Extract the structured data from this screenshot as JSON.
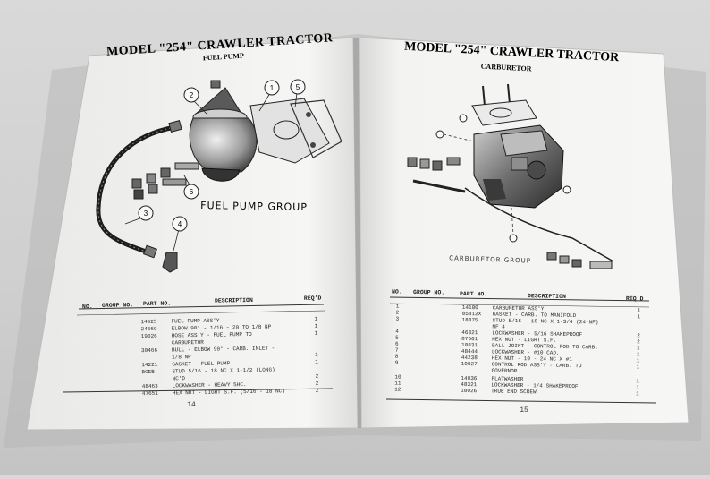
{
  "left_page": {
    "title": "MODEL \"254\" CRAWLER TRACTOR",
    "subtitle": "FUEL PUMP",
    "caption": "FUEL PUMP GROUP",
    "callouts": [
      "2",
      "1",
      "5",
      "6",
      "3",
      "4"
    ],
    "table_headers": [
      "NO.",
      "GROUP NO.",
      "PART NO.",
      "DESCRIPTION",
      "REQ'D"
    ],
    "rows": [
      {
        "part": "14025",
        "desc": "FUEL PUMP ASS'Y",
        "req": "1"
      },
      {
        "part": "24669",
        "desc": "ELBOW 90° - 1/16 - 20 TO 1/8 NP",
        "req": "1"
      },
      {
        "part": "19026",
        "desc": "HOSE ASS'Y - FUEL PUMP TO",
        "req": "1"
      },
      {
        "part": "",
        "desc": "CARBURETOR",
        "req": ""
      },
      {
        "part": "30466",
        "desc": "BULL - ELBOW 90° - CARB. INLET -",
        "req": ""
      },
      {
        "part": "",
        "desc": "1/8 NP",
        "req": "1"
      },
      {
        "part": "14221",
        "desc": "GASKET - FUEL PUMP",
        "req": "1"
      },
      {
        "part": "BGEB",
        "desc": "STUD 5/16 - 18 NC X 1-1/2 (LONG)",
        "req": ""
      },
      {
        "part": "",
        "desc": "NC'D",
        "req": "2"
      },
      {
        "part": "48463",
        "desc": "LOCKWASHER - HEAVY 5HC.",
        "req": "2"
      },
      {
        "part": "47651",
        "desc": "HEX NUT - LIGHT S.F. (5/16 - 18 NC)",
        "req": "2"
      }
    ],
    "page_number": "14"
  },
  "right_page": {
    "title": "MODEL \"254\" CRAWLER TRACTOR",
    "subtitle": "CARBURETOR",
    "caption": "CARBURETOR GROUP",
    "table_headers": [
      "NO.",
      "GROUP NO.",
      "PART NO.",
      "DESCRIPTION",
      "REQ'D"
    ],
    "rows": [
      {
        "part": "14100",
        "desc": "CARBURETOR ASS'Y",
        "req": "1"
      },
      {
        "part": "05812X",
        "desc": "GASKET - CARB. TO MANIFOLD",
        "req": "1"
      },
      {
        "part": "18075",
        "desc": "STUD 5/16 - 18 NC X 1-3/4 (24-NF)",
        "req": ""
      },
      {
        "part": "",
        "desc": "NF 4",
        "req": ""
      },
      {
        "part": "46321",
        "desc": "LOCKWASHER - 5/16 SHAKEPROOF",
        "req": "2"
      },
      {
        "part": "87661",
        "desc": "HEX NUT - LIGHT S.F.",
        "req": "2"
      },
      {
        "part": "10831",
        "desc": "BALL JOINT - CONTROL ROD TO CARB.",
        "req": "1"
      },
      {
        "part": "48444",
        "desc": "LOCKWASHER - #10 CAD.",
        "req": "1"
      },
      {
        "part": "44238",
        "desc": "HEX NUT - 10 - 24 NC X #1",
        "req": "1"
      },
      {
        "part": "19027",
        "desc": "CONTROL ROD ASS'Y - CARB. TO",
        "req": "1"
      },
      {
        "part": "",
        "desc": "GOVERNOR",
        "req": ""
      },
      {
        "part": "14036",
        "desc": "FLATWASHER",
        "req": "1"
      },
      {
        "part": "48321",
        "desc": "LOCKWASHER - 1/4 SHAKEPROOF",
        "req": "1"
      },
      {
        "part": "10026",
        "desc": "TRUE END SCREW",
        "req": "1"
      }
    ],
    "row_numbers": [
      "1",
      "2",
      "3",
      "",
      "4",
      "5",
      "6",
      "7",
      "8",
      "9",
      "",
      "10",
      "11",
      "12"
    ],
    "page_number": "15"
  },
  "colors": {
    "paper": "#f4f4f2",
    "ink": "#222222",
    "background": "#cfcfcf"
  }
}
